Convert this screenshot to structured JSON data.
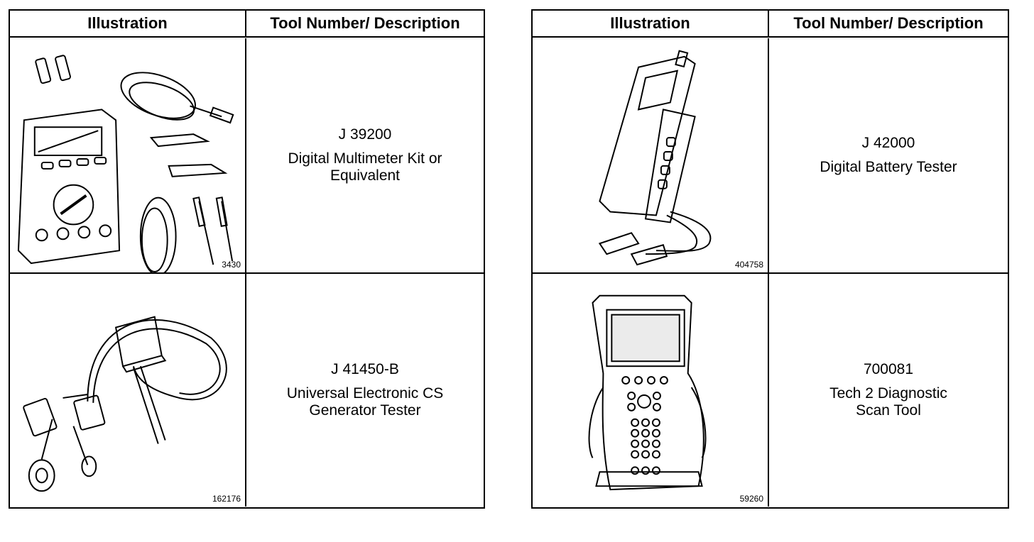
{
  "left_table": {
    "header": {
      "illustration": "Illustration",
      "description": "Tool Number/ Description"
    },
    "rows": [
      {
        "figure_number": "3430",
        "tool_number": "J 39200",
        "desc_line1": "Digital Multimeter Kit or",
        "desc_line2": "Equivalent"
      },
      {
        "figure_number": "162176",
        "tool_number": "J 41450-B",
        "desc_line1": "Universal Electronic CS",
        "desc_line2": "Generator Tester"
      }
    ]
  },
  "right_table": {
    "header": {
      "illustration": "Illustration",
      "description": "Tool Number/ Description"
    },
    "rows": [
      {
        "figure_number": "404758",
        "tool_number": "J 42000",
        "desc_line1": "Digital Battery Tester",
        "desc_line2": ""
      },
      {
        "figure_number": "59260",
        "tool_number": "700081",
        "desc_line1": "Tech 2 Diagnostic",
        "desc_line2": "Scan Tool"
      }
    ]
  }
}
